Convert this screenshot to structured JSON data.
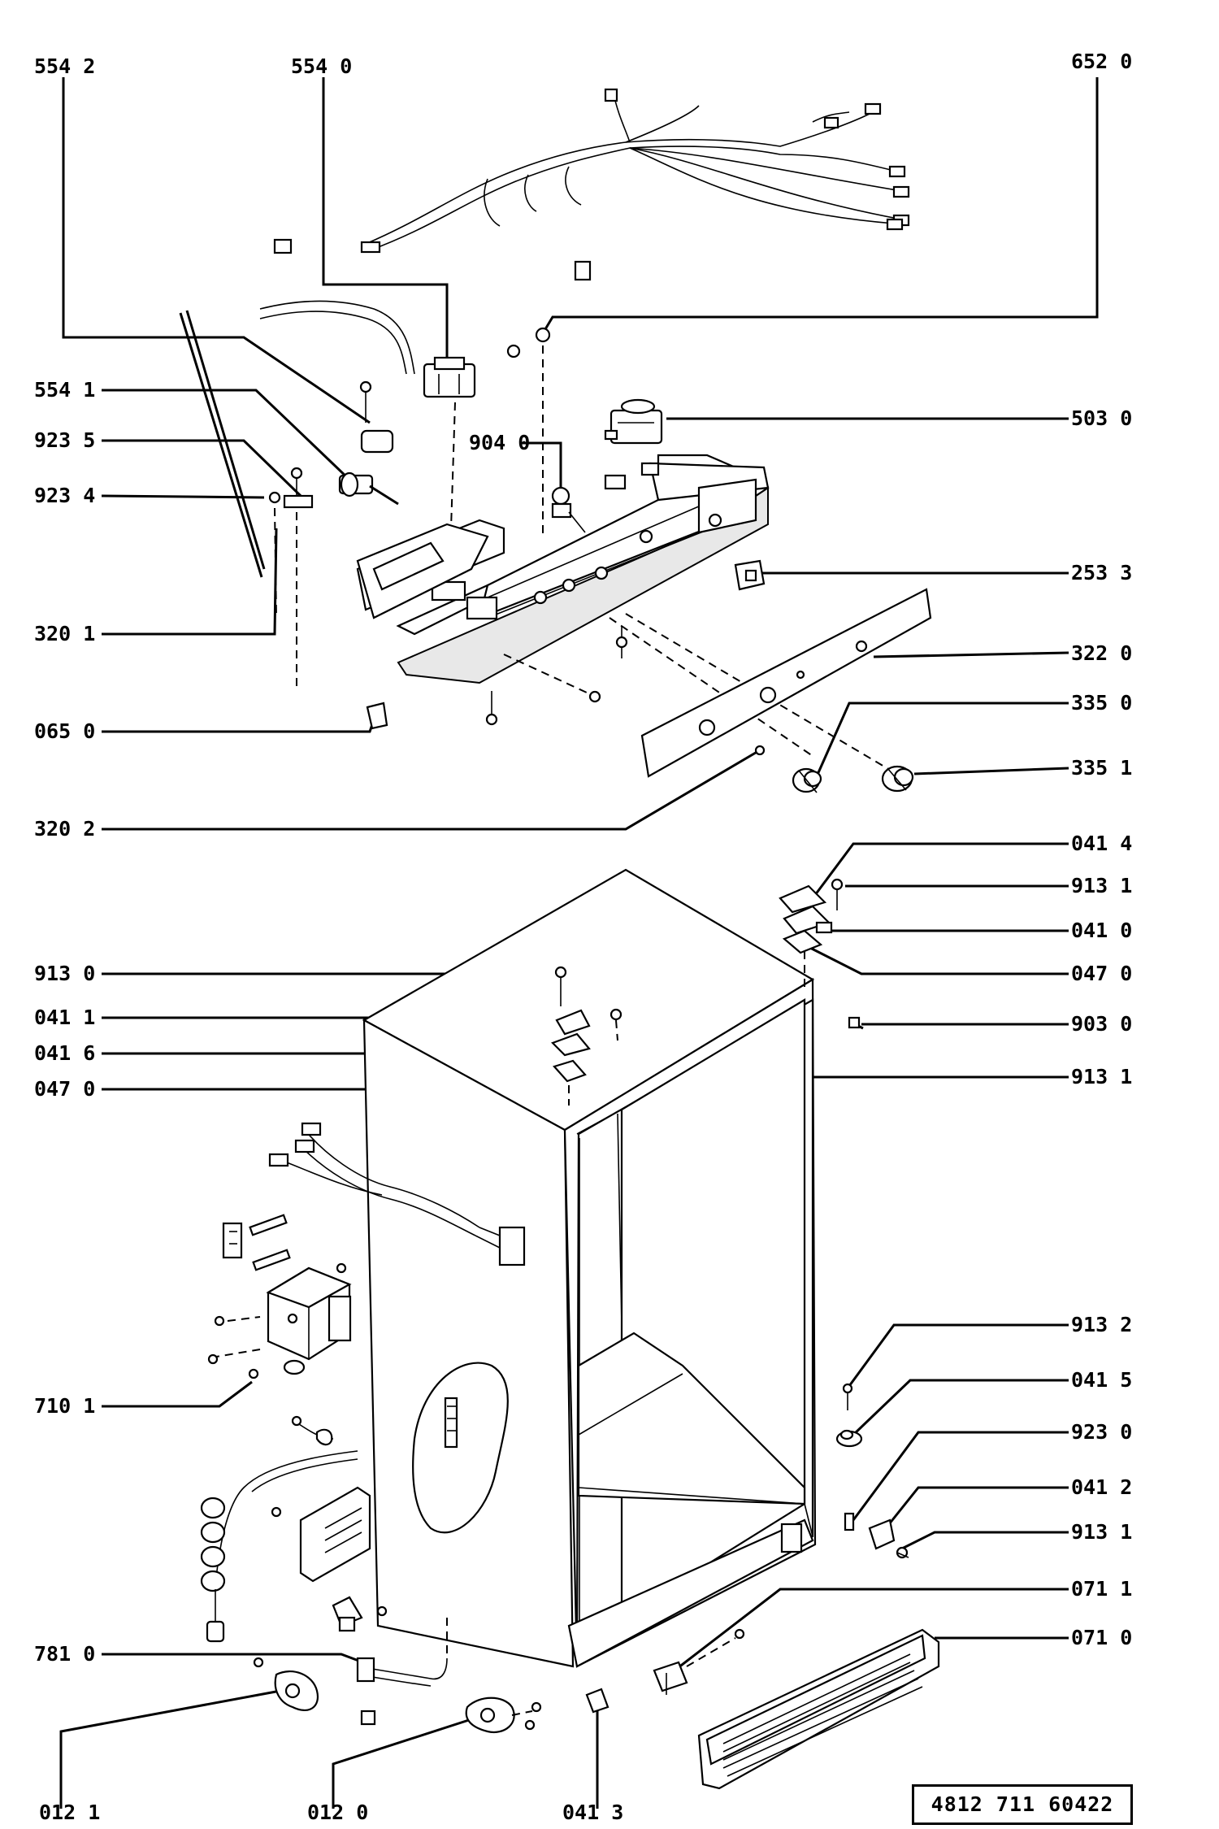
{
  "diagram": {
    "document_number": "4812 711 60422",
    "callouts": {
      "c5542": "554 2",
      "c5540": "554 0",
      "c6520": "652 0",
      "c5541": "554 1",
      "c9235": "923 5",
      "c9234": "923 4",
      "c9040": "904 0",
      "c5030": "503 0",
      "c2533": "253 3",
      "c3201": "320 1",
      "c3220": "322 0",
      "c0650": "065 0",
      "c3350": "335 0",
      "c3351": "335 1",
      "c3202": "320 2",
      "c0414": "041 4",
      "c9131a": "913 1",
      "c0410": "041 0",
      "c0470a": "047 0",
      "c9130": "913 0",
      "c0411": "041 1",
      "c9030": "903 0",
      "c0416": "041 6",
      "c9131b": "913 1",
      "c0470b": "047 0",
      "c7101": "710 1",
      "c9132": "913 2",
      "c0415": "041 5",
      "c9230": "923 0",
      "c0412": "041 2",
      "c9131c": "913 1",
      "c0711": "071 1",
      "c0710": "071 0",
      "c7810": "781 0",
      "c0121": "012 1",
      "c0120": "012 0",
      "c0413": "041 3"
    }
  }
}
